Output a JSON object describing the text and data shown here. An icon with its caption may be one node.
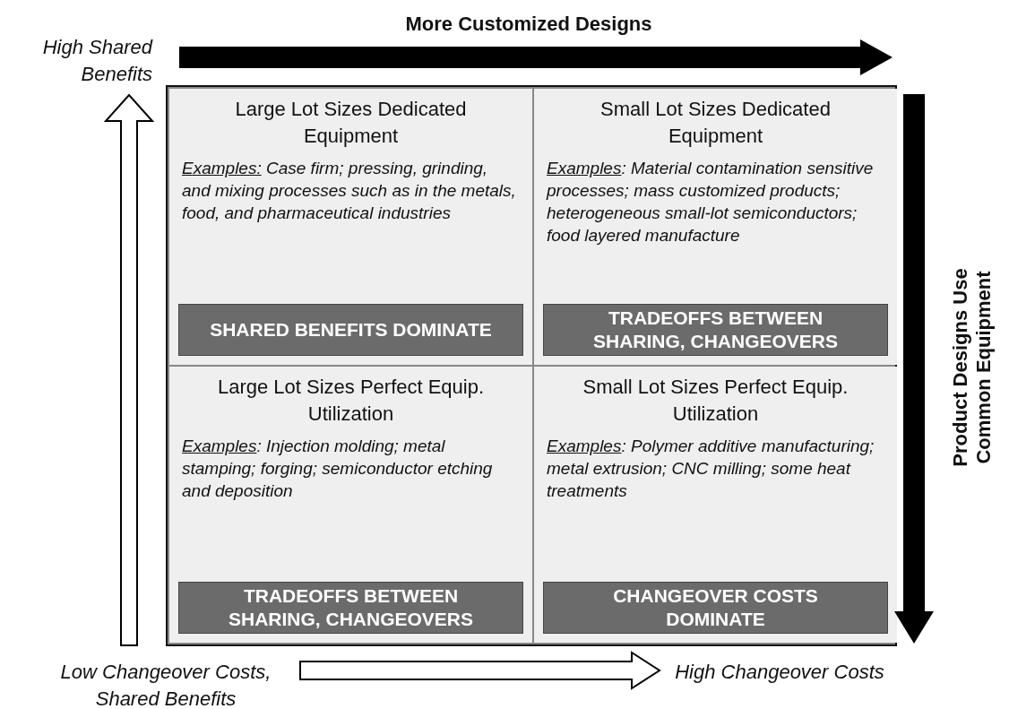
{
  "diagram": {
    "nodes": [
      {
        "text": [
          "Large Lot Sizes Dedicated Equipment",
          "Examples:",
          "Case firm; pressing, grinding, and mixing processes such as in the metals, food, and pharmaceutical industries"
        ]
      },
      {
        "text": [
          "SHARED BENEFITS DOMINATE"
        ],
        "in": 0
      },
      {
        "text": [
          "Small Lot Sizes Dedicated Equipment",
          "Examples",
          ": Material contamination sensitive processes; mass customized products; heterogeneous small-lot semiconductors; food layered manufacture"
        ]
      },
      {
        "text": [
          "TRADEOFFS BETWEEN SHARING, CHANGEOVERS"
        ],
        "in": 2
      },
      {
        "text": [
          "Large Lot Sizes Perfect Equip. Utilization",
          "Examples",
          ": Injection molding; metal stamping; forging; semiconductor etching and deposition"
        ]
      },
      {
        "text": [
          "TRADEOFFS BETWEEN SHARING, CHANGEOVERS"
        ],
        "in": 4
      },
      {
        "text": [
          "Small Lot Sizes Perfect Equip. Utilization",
          "Examples",
          ": Polymer additive manufacturing; metal extrusion; CNC milling; some heat treatments"
        ]
      },
      {
        "text": [
          "CHANGEOVER COSTS DOMINATE"
        ],
        "in": 6
      }
    ],
    "labels": [
      "More Customized Designs",
      "High Shared Benefits",
      "Product Designs Use Common Equipment",
      "Low Changeover Costs, Shared Benefits",
      "High Changeover Costs"
    ]
  }
}
